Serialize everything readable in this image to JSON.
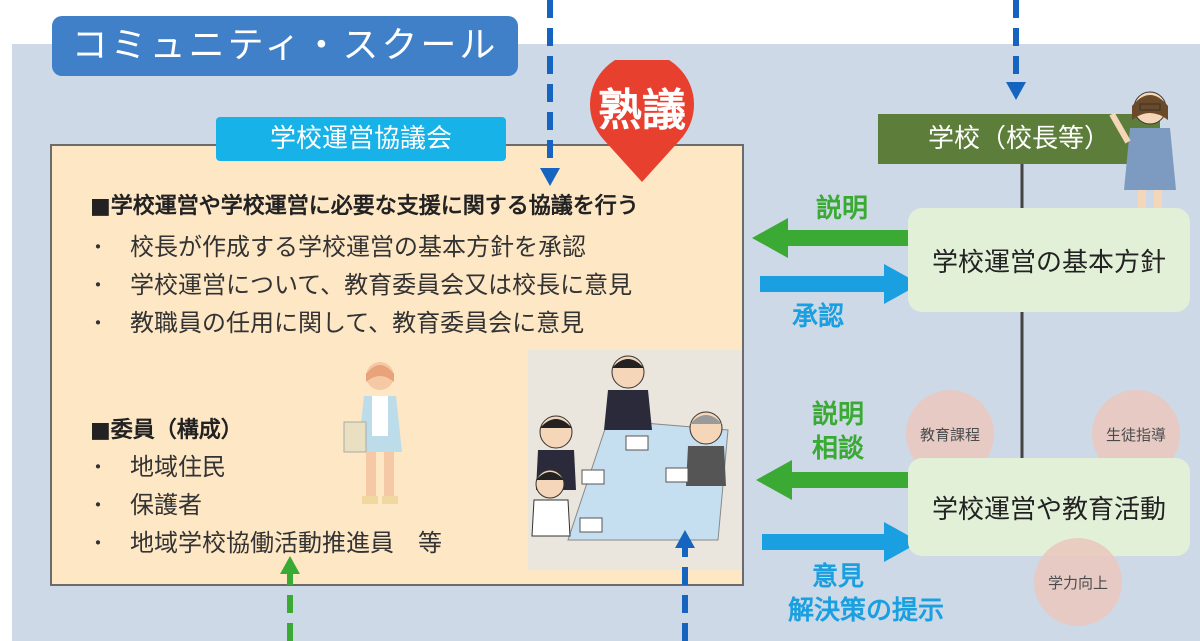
{
  "title": "コミュニティ・スクール",
  "council": {
    "label": "学校運営協議会",
    "badge": "熟議",
    "heading1": "■学校運営や学校運営に必要な支援に関する協議を行う",
    "items1": [
      "校長が作成する学校運営の基本方針を承認",
      "学校運営について、教育委員会又は校長に意見",
      "教職員の任用に関して、教育委員会に意見"
    ],
    "heading2": "■委員（構成）",
    "items2": [
      "地域住民",
      "保護者",
      "地域学校協働活動推進員　等"
    ]
  },
  "school": {
    "label": "学校（校長等）",
    "policy": "学校運営の基本方針",
    "activities": "学校運営や教育活動",
    "circles": [
      "教育課程",
      "生徒指導",
      "学力向上"
    ]
  },
  "arrows": {
    "explain": "説明",
    "approve": "承認",
    "explain2": "説明",
    "consult": "相談",
    "opinion": "意見",
    "solutions": "解決策の提示"
  },
  "colors": {
    "background": "#cdd9e7",
    "title": "#3f80c9",
    "council_bg": "#fde7c5",
    "council_label": "#17b2e8",
    "school_label": "#5d7d3a",
    "green_arrow": "#3aaa35",
    "blue_arrow": "#1a9fe0",
    "badge": "#e8402f"
  },
  "icons": [
    "teacher-figure-icon",
    "staff-figure-icon",
    "meeting-table-icon"
  ]
}
